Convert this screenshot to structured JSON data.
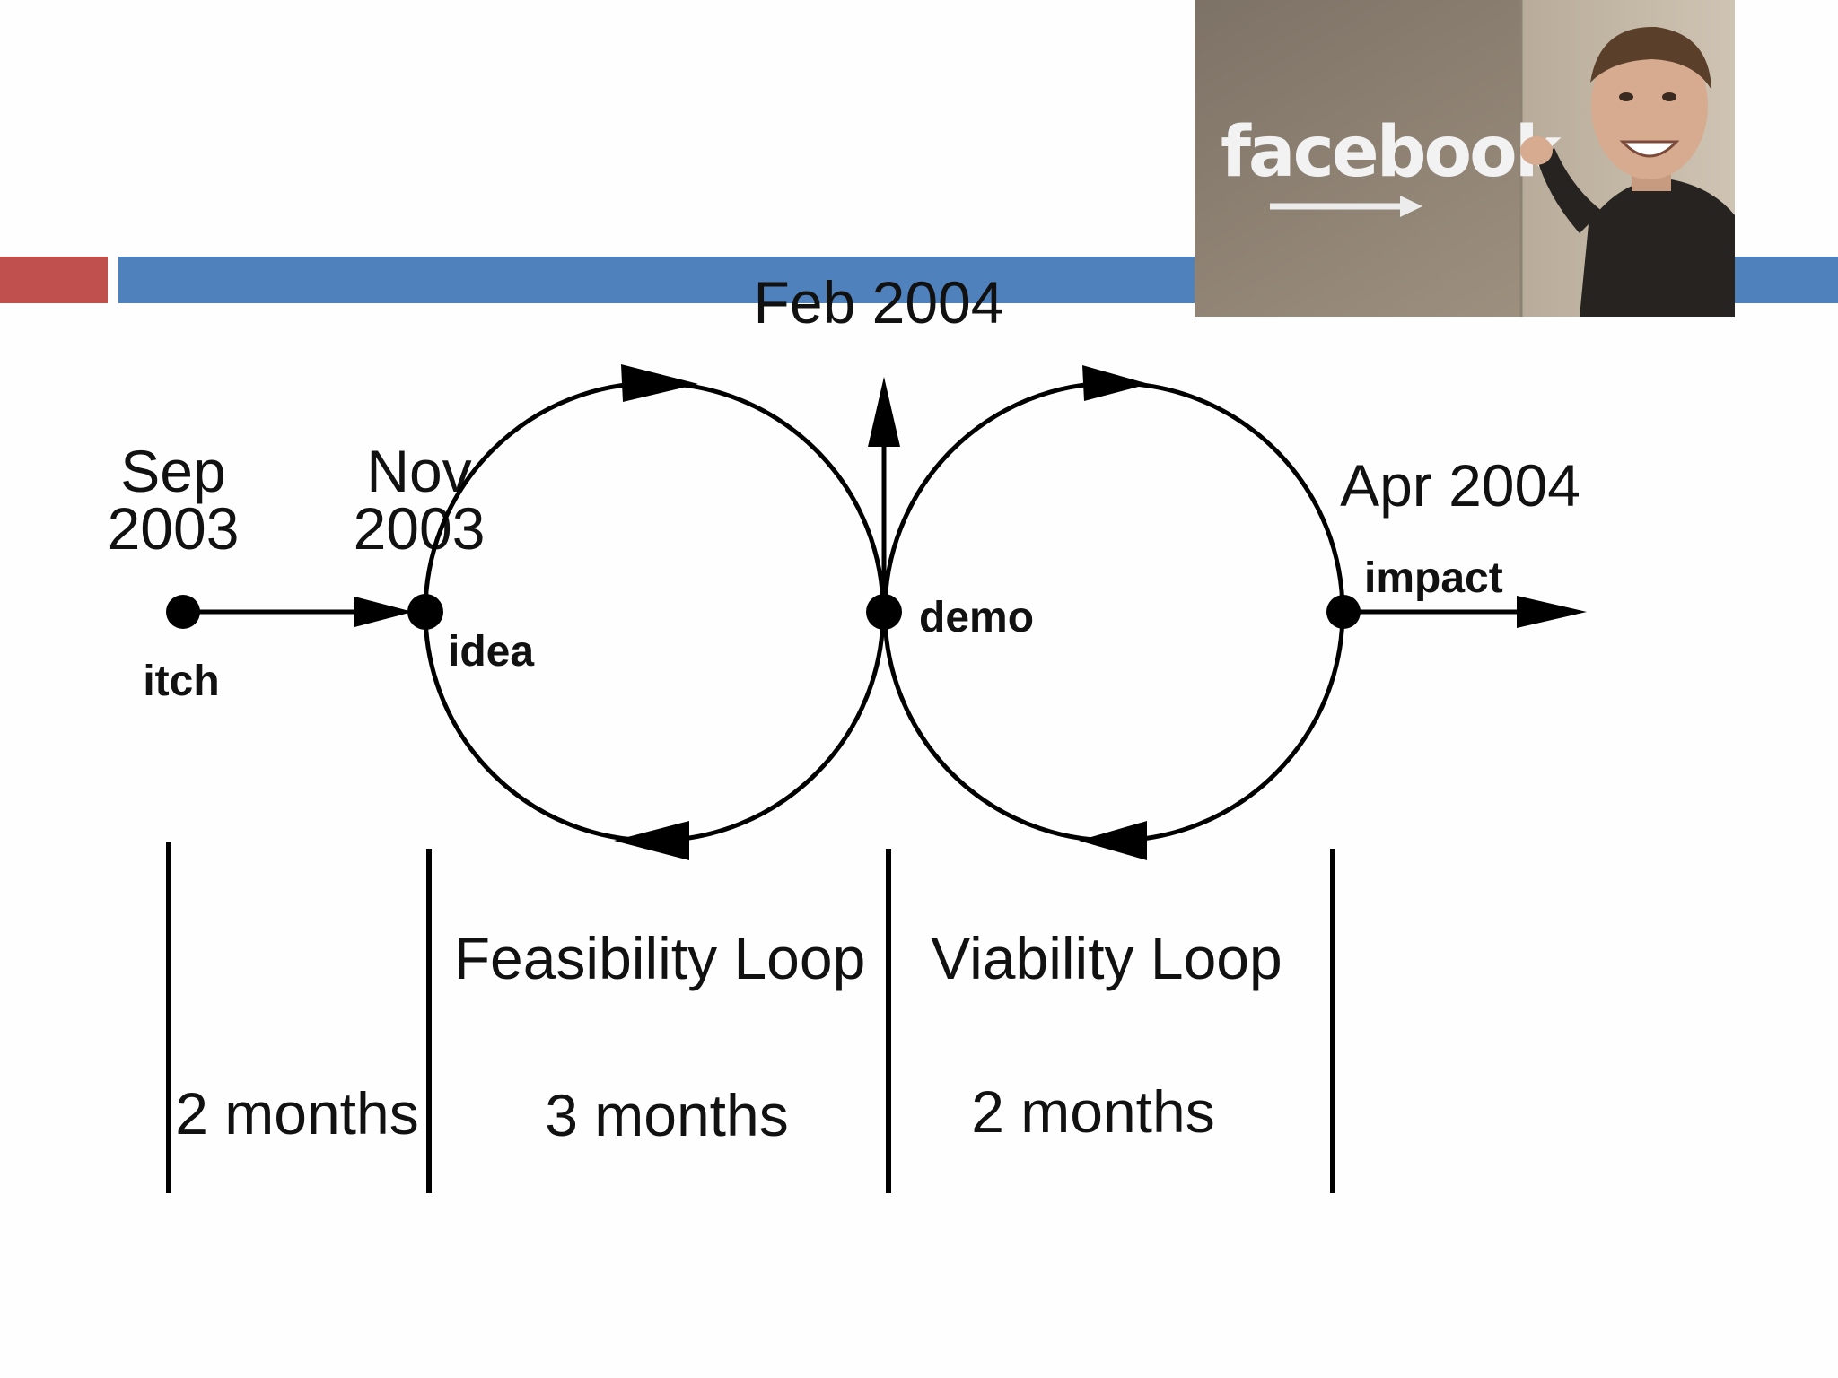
{
  "dates": {
    "sep_line1": "Sep",
    "sep_line2": "2003",
    "nov_line1": "Nov",
    "nov_line2": "2003",
    "feb": "Feb 2004",
    "apr": "Apr 2004"
  },
  "nodes": {
    "itch": "itch",
    "idea": "idea",
    "demo": "demo",
    "impact": "impact"
  },
  "loops": {
    "feasibility": "Feasibility Loop",
    "viability": "Viability Loop"
  },
  "durations": {
    "first": "2 months",
    "second": "3 months",
    "third": "2 months"
  },
  "photo": {
    "sign_text": "facebook"
  },
  "colors": {
    "header_bar_blue": "#4f81bd",
    "header_bar_red": "#c0504d",
    "line": "#000000"
  }
}
